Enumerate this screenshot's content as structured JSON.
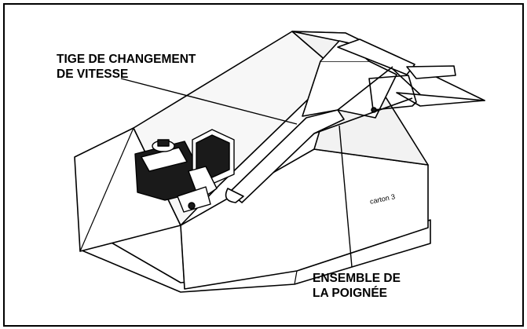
{
  "callouts": {
    "shift_rod": {
      "line1": "TIGE DE CHANGEMENT",
      "line2": "DE VITESSE"
    },
    "handle_assembly": {
      "line1": "ENSEMBLE DE",
      "line2": "LA POIGNÉE"
    }
  },
  "box_marking": "carton 3",
  "colors": {
    "stroke": "#000000",
    "box_fill": "#ffffff",
    "inner_shade": "#f2f2f2",
    "engine_dark": "#1a1a1a"
  }
}
